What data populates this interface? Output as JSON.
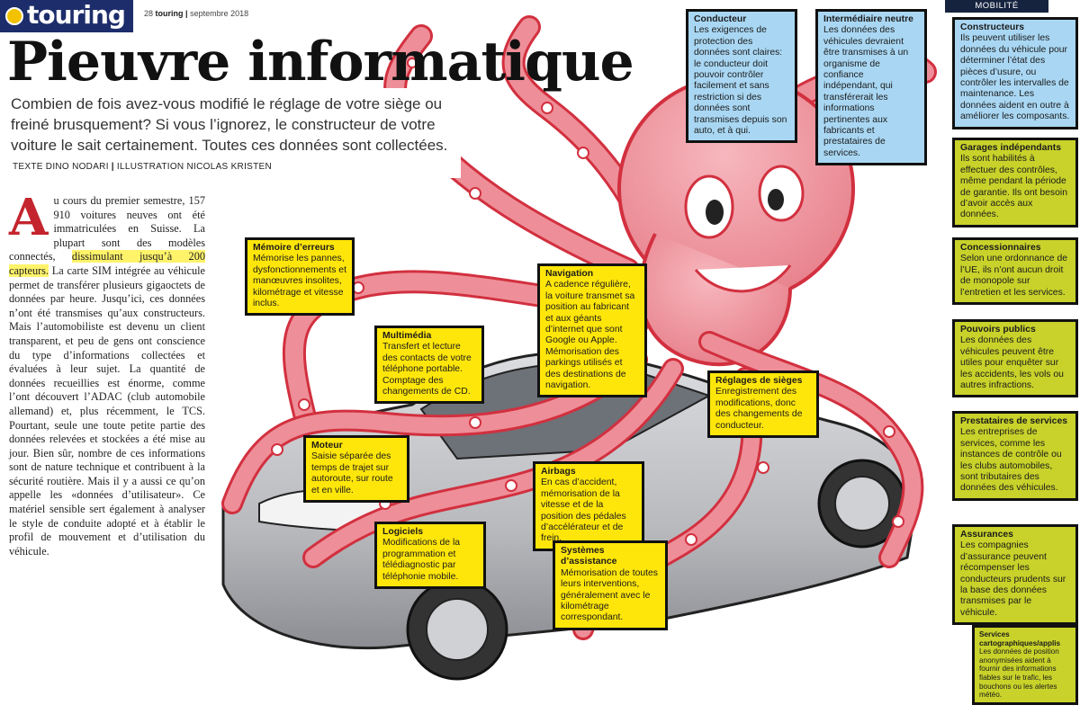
{
  "masthead": {
    "logo": "touring",
    "page_number": "28",
    "magazine": "touring",
    "date": "septembre 2018"
  },
  "section": "MOBILITÉ",
  "article": {
    "title": "Pieuvre informatique",
    "lead": "Combien de fois avez-vous modifié le réglage de votre siège ou freiné brusquement? Si vous l’ignorez, le constructeur de votre voiture le sait certainement. Toutes ces données sont collectées.",
    "credit_text": "TEXTE DINO NODARI",
    "credit_illustration": "ILLUSTRATION NICOLAS KRISTEN",
    "dropcap": "A",
    "body_part1": "u cours du premier semestre, 157 910 voitures neuves ont été immatriculées en Suisse. La plupart sont des modèles connectés, ",
    "body_highlight": "dissimulant jusqu’à 200 capteurs.",
    "body_part2": " La carte SIM intégrée au véhicule permet de transférer plusieurs gigaoctets de données par heure. Jusqu’ici, ces données n’ont été transmises qu’aux constructeurs. Mais l’automobiliste est devenu un client transparent, et peu de gens ont conscience du type d’informations collectées et évaluées à leur sujet. La quantité de données recueillies est énorme, comme l’ont découvert l’ADAC (club automobile allemand) et, plus récemment, le TCS. Pourtant, seule une toute petite partie des données relevées et stockées a été mise au jour. Bien sûr, nombre de ces informations sont de nature technique et contribuent à la sécurité routière. Mais il y a aussi ce qu’on appelle les «données d’utilisateur». Ce matériel sensible sert également à analyser le style de conduite adopté et à établir le profil de mouvement et d’utilisation du véhicule."
  },
  "callouts": {
    "memoire": {
      "title": "Mémoire d’erreurs",
      "text": "Mémorise les pannes, dysfonctionnements et manœuvres insolites, kilométrage et vitesse inclus."
    },
    "multimedia": {
      "title": "Multimédia",
      "text": "Transfert et lecture des contacts de votre téléphone portable. Comptage des changements de CD."
    },
    "navigation": {
      "title": "Navigation",
      "text": "A cadence régulière, la voiture transmet sa position au fabricant et aux géants d’internet que sont Google ou Apple. Mémorisation des parkings utilisés et des destinations de navigation."
    },
    "reglages": {
      "title": "Réglages de sièges",
      "text": "Enregistrement des modifications, donc des changements de conducteur."
    },
    "moteur": {
      "title": "Moteur",
      "text": "Saisie séparée des temps de trajet sur autoroute, sur route et en ville."
    },
    "airbags": {
      "title": "Airbags",
      "text": "En cas d’accident, mémorisation de la vitesse et de la position des pédales d’accélérateur et de frein."
    },
    "logiciels": {
      "title": "Logiciels",
      "text": "Modifications de la programmation et télédiagnostic par téléphonie mobile."
    },
    "assistance": {
      "title": "Systèmes d’assistance",
      "text": "Mémorisation de toutes leurs interventions, généralement avec le kilométrage correspondant."
    }
  },
  "stakeholders": {
    "conducteur": {
      "title": "Conducteur",
      "text": "Les exigences de protection des données sont claires: le conducteur doit pouvoir contrôler facilement et sans restriction si des données sont transmises depuis son auto, et à qui."
    },
    "intermediaire": {
      "title": "Intermédiaire neutre",
      "text": "Les données des véhicules devraient être transmises à un organisme de confiance indépendant, qui transférerait les informations pertinentes aux fabricants et prestataires de services."
    },
    "constructeurs": {
      "title": "Constructeurs",
      "text": "Ils peuvent utiliser les données du véhicule pour déterminer l’état des pièces d’usure, ou contrôler les intervalles de maintenance. Les données aident en outre à améliorer les composants."
    },
    "garages": {
      "title": "Garages indépendants",
      "text": "Ils sont habilités à effectuer des contrôles, même pendant la période de garantie. Ils ont besoin d’avoir accès aux données."
    },
    "concessionnaires": {
      "title": "Concessionnaires",
      "text": "Selon une ordonnance de l’UE, ils n’ont aucun droit de monopole sur l’entretien et les services."
    },
    "pouvoirs": {
      "title": "Pouvoirs publics",
      "text": "Les données des véhicules peuvent être utiles pour enquêter sur les accidents, les vols ou autres infractions."
    },
    "prestataires": {
      "title": "Prestataires de services",
      "text": "Les entreprises de services, comme les instances de contrôle ou les clubs automobiles, sont tributaires des données des véhicules."
    },
    "assurances": {
      "title": "Assurances",
      "text": "Les compagnies d’assurance peuvent récompenser les conducteurs prudents sur la base des données transmises par le véhicule."
    },
    "cartographie": {
      "title": "Services cartographiques/applis",
      "text": "Les données de position anonymisées aident à fournir des informations fiables sur le trafic, les bouchons ou les alertes météo."
    }
  },
  "colors": {
    "callout_yellow": "#ffe60a",
    "callout_blue": "#a9d7f3",
    "callout_olive": "#c8d22a",
    "octopus": "#ee8e98",
    "octopus_outline": "#d2303f",
    "dropcap": "#c4242d",
    "highlight": "#fff36a"
  }
}
